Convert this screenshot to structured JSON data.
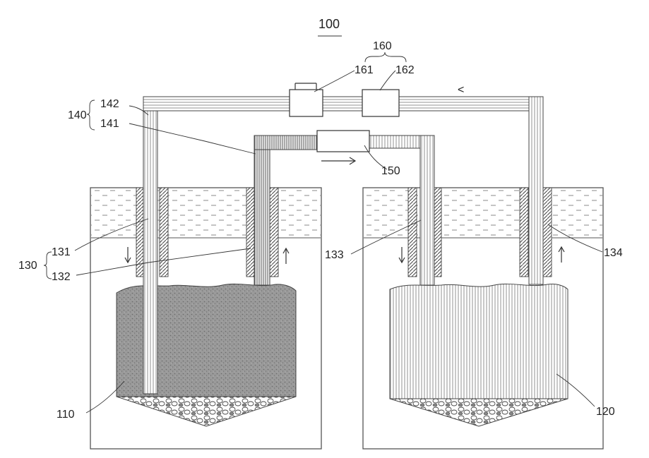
{
  "figure_label": "100",
  "labels": {
    "group_160": "160",
    "part_161": "161",
    "part_162": "162",
    "group_140": "140",
    "part_142": "142",
    "part_141": "141",
    "part_150": "150",
    "group_130": "130",
    "part_131": "131",
    "part_132": "132",
    "part_133": "133",
    "part_134": "134",
    "part_110": "110",
    "part_120": "120"
  },
  "flow_arrows": {
    "top_pipe": "<"
  }
}
